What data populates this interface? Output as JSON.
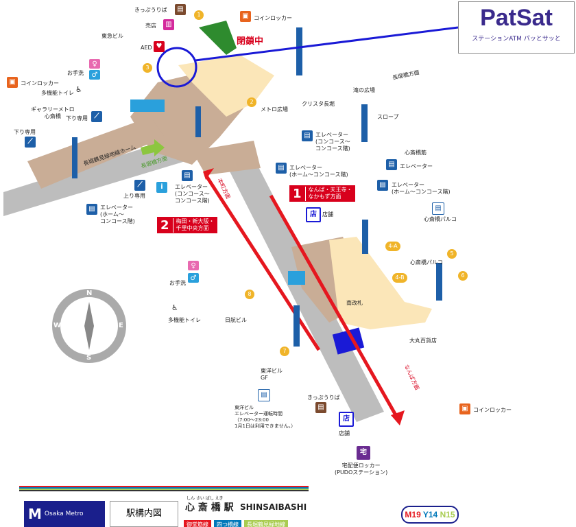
{
  "ad": {
    "brand": "PatSat",
    "subtitle": "ステーションATM パッとサッと"
  },
  "closed": "閉鎖中",
  "labels": {
    "ticket_top": "きっぷうりば",
    "shop_top": "売店",
    "tokyu": "東急ビル",
    "aed": "AED",
    "locker_top": "コインロッカー",
    "toilet_left": "お手洗",
    "locker_left": "コインロッカー",
    "multi_left": "多機能トイレ",
    "gallery": "ギャラリーメトロ\n心斎橋",
    "down1": "下り専用",
    "down2": "下り専用",
    "metro_plaza": "メトロ広場",
    "crysta": "クリスタ長堀",
    "taki": "滝の広場",
    "nagahoribashi": "長堀橋方面",
    "slope": "スロープ",
    "shinsaibashisuji": "心斎橋筋",
    "elev_cc1": "エレベーター\n(コンコース〜\nコンコース階)",
    "elev_r": "エレベーター",
    "elev_hc1": "エレベーター\n(ホーム〜コンコース階)",
    "elev_hc2": "エレベーター\n(ホーム〜コンコース階)",
    "parco1": "心斎橋パルコ",
    "shop_mid": "店舗",
    "up": "上り専用",
    "elev_hc3": "エレベーター\n(ホーム〜\nコンコース階)",
    "elev_cc2": "エレベーター\n(コンコース〜\nコンコース階)",
    "nagahori_home": "長堀鶴見緑地線ホーム",
    "toilet_mid": "お手洗",
    "multi_mid": "多機能トイレ",
    "nikko": "日航ビル",
    "toyo": "東洋ビル\nGF",
    "toyo_elev": "東洋ビル\nエレベーター運転時間\n（7:00〜23:00\n1月1日は利用できません。）",
    "ticket_bot": "きっぷうりば",
    "shop_bot": "店舗",
    "pudo": "宅配便ロッカー\n(PUDOステーション)",
    "locker_bot": "コインロッカー",
    "daimaru": "大丸百貨店",
    "parco2": "心斎橋パルコ",
    "south_gate": "南改札",
    "namba_dir": "なんば方面",
    "honmachi_dir": "本町方面",
    "nagahori_dir": "長堀橋方面"
  },
  "directions": [
    {
      "num": "1",
      "text": "なんば・天王寺・\nなかもず方面"
    },
    {
      "num": "2",
      "text": "梅田・新大阪・\n千里中央方面"
    }
  ],
  "exits": [
    "1",
    "3",
    "2",
    "4-A",
    "4-B",
    "5",
    "6",
    "8",
    "7"
  ],
  "icons": {
    "shop": "店",
    "pudo": "宅"
  },
  "compass": {
    "n": "N",
    "e": "E",
    "s": "S",
    "w": "W"
  },
  "footer": {
    "brand": "Osaka Metro",
    "map_title": "駅構内図",
    "station_ja": "心 斎 橋 駅",
    "station_en": "SHINSAIBASHI",
    "furigana": "しん さい ばし えき",
    "lines": [
      {
        "name": "御堂筋線",
        "color": "#e5171f"
      },
      {
        "name": "四つ橋線",
        "color": "#0078ba"
      },
      {
        "name": "長堀鶴見緑地線",
        "color": "#a9cc51"
      }
    ],
    "codes": [
      {
        "code": "M19",
        "color": "#e5171f"
      },
      {
        "code": "Y14",
        "color": "#0078ba"
      },
      {
        "code": "N15",
        "color": "#a9cc51"
      }
    ]
  },
  "colors": {
    "concourse": "#c9ad96",
    "paid": "#fbe6b8",
    "platform": "#bdbdbd",
    "midosuji": "#e5171f",
    "escalator": "#1d5fa8",
    "highlight": "#1a1ad6"
  }
}
